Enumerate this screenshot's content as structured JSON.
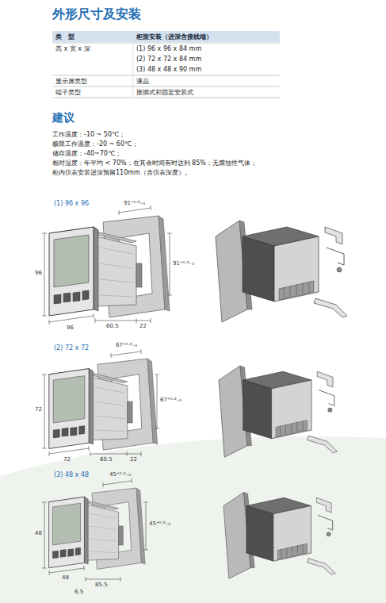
{
  "diagram": {
    "title": "外形尺寸及安装",
    "labels": [
      "类　型",
      "柜面安装（进深含接线端）",
      "高 x 宽 x 深",
      "(1) 96 x 96 x 84 mm",
      "(2) 72 x 72 x 84 mm",
      "(3) 48 x 48 x 90 mm",
      "显示屏类型",
      "液晶",
      "端子类型",
      "接插式和固定安装式",
      "建议",
      "工作温度：-10 ~ 50℃；",
      "极限工作温度：-20 ~ 60℃；",
      "储存温度：-40~70℃；",
      "相对湿度：年平均 < 70%；在其余时间有时达到 85%；无腐蚀性气体；",
      "柜内仪表安装进深预留110mm（含仪表深度）。",
      "(1) 96 x 96",
      "96",
      "96",
      "60.5",
      "22",
      "91⁺⁰·⁸₋₀",
      "91⁺⁰·⁸₋₀",
      "(2) 72 x 72",
      "72",
      "72",
      "60.5",
      "22",
      "67⁺⁰·⁸₋₀",
      "67⁺⁰·⁸₋₀",
      "(3) 48 x 48",
      "48",
      "48",
      "85.5",
      "6.5",
      "45⁺⁰·⁸₋₀",
      "45⁺⁰·⁸₋₀"
    ]
  }
}
